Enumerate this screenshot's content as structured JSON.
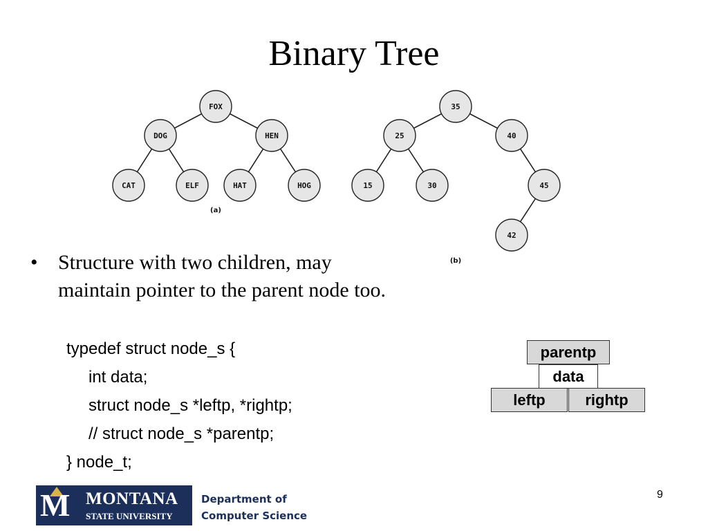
{
  "slide": {
    "title": "Binary Tree",
    "page_number": "9"
  },
  "tree_a": {
    "caption": "(a)",
    "nodes": [
      "FOX",
      "DOG",
      "HEN",
      "CAT",
      "ELF",
      "HAT",
      "HOG"
    ]
  },
  "tree_b": {
    "caption": "(b)",
    "nodes": [
      "35",
      "25",
      "40",
      "15",
      "30",
      "45",
      "42"
    ]
  },
  "bullet": {
    "marker": "•",
    "text": "Structure with two children, may maintain pointer to the parent node too."
  },
  "code": {
    "line1": "typedef struct node_s {",
    "line2": "int data;",
    "line3": "struct node_s *leftp, *rightp;",
    "line4": "// struct node_s *parentp;",
    "line5": "} node_t;"
  },
  "struct_diagram": {
    "parentp": "parentp",
    "data": "data",
    "leftp": "leftp",
    "rightp": "rightp",
    "parent_fill": "#d8d8d8",
    "data_fill": "#ffffff",
    "child_fill": "#d8d8d8"
  },
  "footer": {
    "logo_letter": "M",
    "logo_name": "MONTANA",
    "logo_sub": "STATE UNIVERSITY",
    "dept_line1": "Department of",
    "dept_line2": "Computer Science",
    "logo_color": "#1c2f5b",
    "logo_accent": "#d8b24a"
  }
}
